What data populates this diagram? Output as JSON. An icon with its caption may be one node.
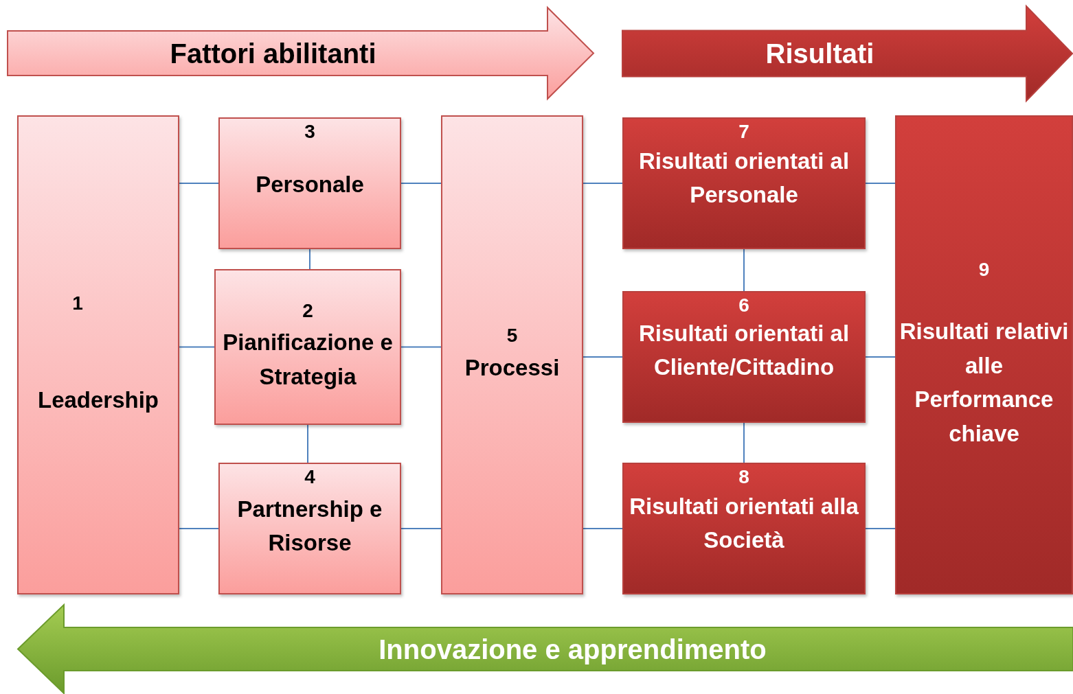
{
  "diagram": {
    "nodes": [
      {
        "text": [
          "Fattori abilitanti"
        ]
      },
      {
        "text": [
          "Risultati"
        ]
      },
      {
        "text": [
          "1",
          "Leadership"
        ]
      },
      {
        "text": [
          "3",
          "Personale"
        ]
      },
      {
        "text": [
          "2",
          "Pianificazione e Strategia"
        ]
      },
      {
        "text": [
          "4",
          "Partnership e Risorse"
        ]
      },
      {
        "text": [
          "5",
          "Processi"
        ]
      },
      {
        "text": [
          "7",
          "Risultati orientati al Personale"
        ]
      },
      {
        "text": [
          "6",
          "Risultati orientati al Cliente/Cittadino"
        ]
      },
      {
        "text": [
          "8",
          "Risultati orientati alla Società"
        ]
      },
      {
        "text": [
          "9",
          "Risultati relativi alle Performance chiave"
        ]
      },
      {
        "text": [
          "Innovazione e apprendimento"
        ]
      }
    ],
    "edges": [
      {
        "from": 2,
        "to": 3,
        "arrow": "none"
      },
      {
        "from": 2,
        "to": 4,
        "arrow": "none"
      },
      {
        "from": 2,
        "to": 5,
        "arrow": "none"
      },
      {
        "from": 3,
        "to": 4,
        "arrow": "none"
      },
      {
        "from": 4,
        "to": 5,
        "arrow": "none"
      },
      {
        "from": 3,
        "to": 6,
        "arrow": "none"
      },
      {
        "from": 4,
        "to": 6,
        "arrow": "none"
      },
      {
        "from": 5,
        "to": 6,
        "arrow": "none"
      },
      {
        "from": 6,
        "to": 7,
        "arrow": "none"
      },
      {
        "from": 6,
        "to": 8,
        "arrow": "none"
      },
      {
        "from": 6,
        "to": 9,
        "arrow": "none"
      },
      {
        "from": 7,
        "to": 8,
        "arrow": "none"
      },
      {
        "from": 8,
        "to": 9,
        "arrow": "none"
      },
      {
        "from": 7,
        "to": 10,
        "arrow": "none"
      },
      {
        "from": 8,
        "to": 10,
        "arrow": "none"
      },
      {
        "from": 9,
        "to": 10,
        "arrow": "none"
      }
    ]
  }
}
